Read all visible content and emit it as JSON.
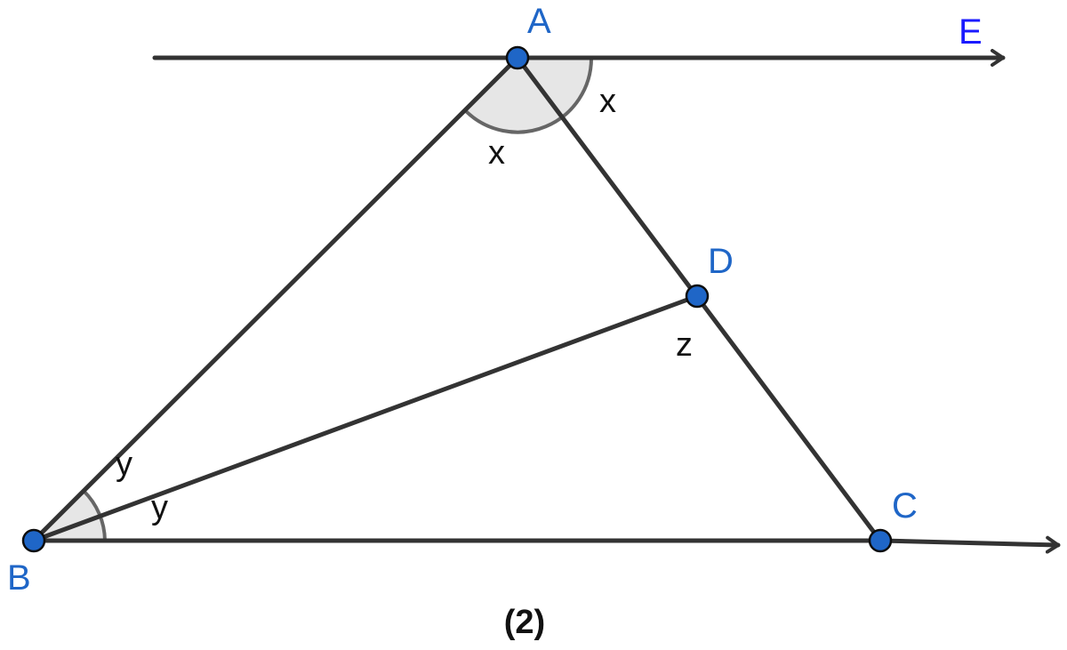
{
  "figure": {
    "points": {
      "A": "A",
      "B": "B",
      "C": "C",
      "D": "D",
      "E": "E"
    },
    "angles": {
      "at_A_left": "x",
      "at_A_right": "x",
      "at_B_upper": "y",
      "at_B_lower": "y",
      "at_D": "z"
    },
    "caption": "(2)",
    "colors": {
      "line": "#333333",
      "point_fill": "#1f66c7",
      "point_label": "#1f66c7",
      "label_E": "#1a1aff",
      "angle_fill": "#e6e6e6"
    }
  }
}
